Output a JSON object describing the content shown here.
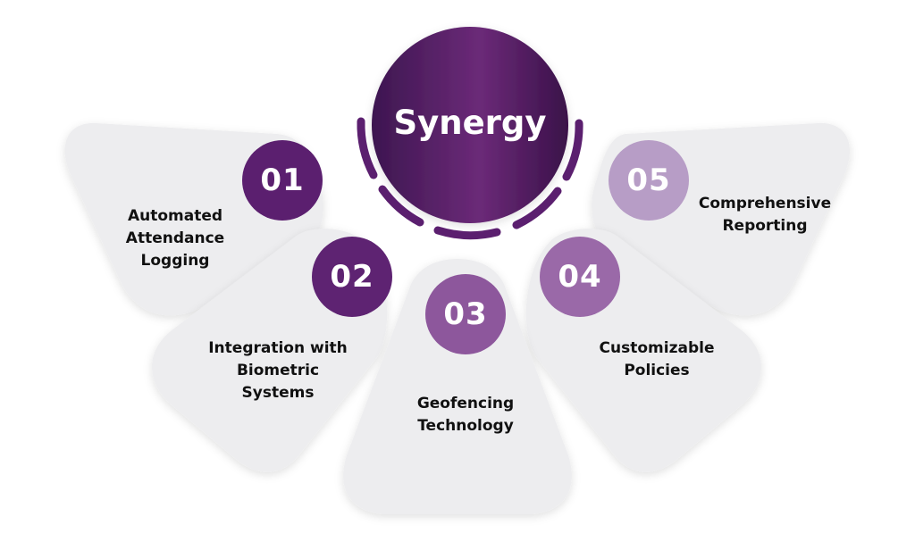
{
  "center": {
    "title": "Synergy"
  },
  "items": [
    {
      "number": "01",
      "label_lines": [
        "Automated",
        "Attendance",
        "Logging"
      ]
    },
    {
      "number": "02",
      "label_lines": [
        "Integration with",
        "Biometric",
        "Systems"
      ]
    },
    {
      "number": "03",
      "label_lines": [
        "Geofencing",
        "Technology"
      ]
    },
    {
      "number": "04",
      "label_lines": [
        "Customizable",
        "Policies"
      ]
    },
    {
      "number": "05",
      "label_lines": [
        "Comprehensive",
        "Reporting"
      ]
    }
  ],
  "colors": {
    "petal_fill": "#ededef",
    "badge_01": "#5b1f6f",
    "badge_02": "#5e2372",
    "badge_03": "#8d579c",
    "badge_04": "#9a69a8",
    "badge_05": "#b79dc6",
    "center_dark": "#3d1650",
    "center_mid": "#6b2a78",
    "text": "#111111"
  }
}
